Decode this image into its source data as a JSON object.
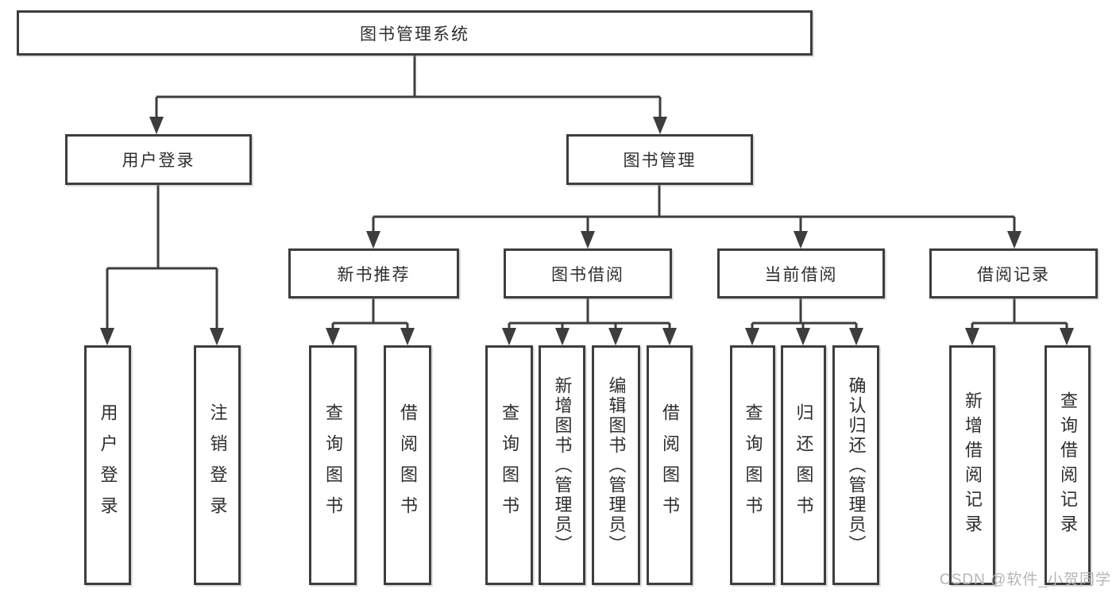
{
  "colors": {
    "line": "#3d3d3d",
    "box_border": "#3d3d3d",
    "text": "#2e2e2e",
    "watermark": "#b5b5b5",
    "background": "#ffffff"
  },
  "watermark": "CSDN @软件_小贺同学",
  "nodes": {
    "root": "图书管理系统",
    "l2_user_login": "用户登录",
    "l2_book_mgmt": "图书管理",
    "l3_new_book": "新书推荐",
    "l3_book_borrow": "图书借阅",
    "l3_current_borrow": "当前借阅",
    "l3_borrow_record": "借阅记录",
    "leaf_user_login": "用户登录",
    "leaf_logout": "注销登录",
    "leaf_nb_query": "查询图书",
    "leaf_nb_borrow": "借阅图书",
    "leaf_bb_query": "查询图书",
    "leaf_bb_add": "新增图书（管理员）",
    "leaf_bb_edit": "编辑图书（管理员）",
    "leaf_bb_borrow": "借阅图书",
    "leaf_cb_query": "查询图书",
    "leaf_cb_return": "归还图书",
    "leaf_cb_confirm": "确认归还（管理员）",
    "leaf_br_add": "新增借阅记录",
    "leaf_br_query": "查询借阅记录"
  },
  "hierarchy": {
    "图书管理系统": {
      "用户登录": [
        "用户登录",
        "注销登录"
      ],
      "图书管理": {
        "新书推荐": [
          "查询图书",
          "借阅图书"
        ],
        "图书借阅": [
          "查询图书",
          "新增图书（管理员）",
          "编辑图书（管理员）",
          "借阅图书"
        ],
        "当前借阅": [
          "查询图书",
          "归还图书",
          "确认归还（管理员）"
        ],
        "借阅记录": [
          "新增借阅记录",
          "查询借阅记录"
        ]
      }
    }
  }
}
